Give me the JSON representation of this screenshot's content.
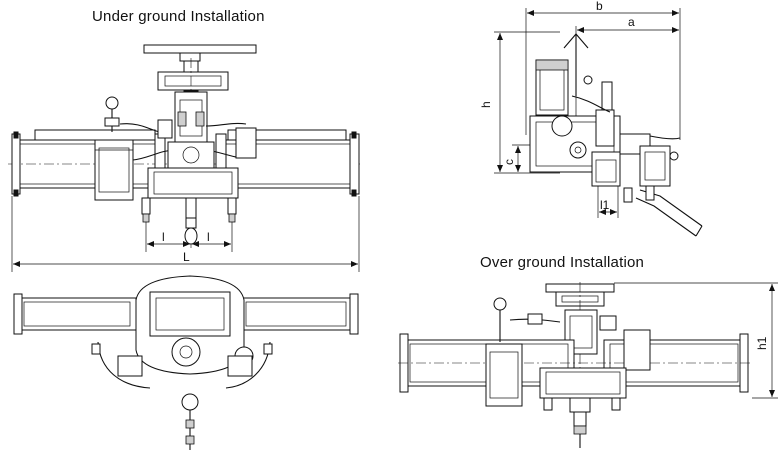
{
  "titles": {
    "under": "Under ground Installation",
    "over": "Over ground Installation"
  },
  "dimensions": {
    "b": "b",
    "a": "a",
    "h": "h",
    "c": "c",
    "l1": "l1",
    "l_left": "l",
    "l_right": "l",
    "L": "L",
    "h1": "h1"
  }
}
